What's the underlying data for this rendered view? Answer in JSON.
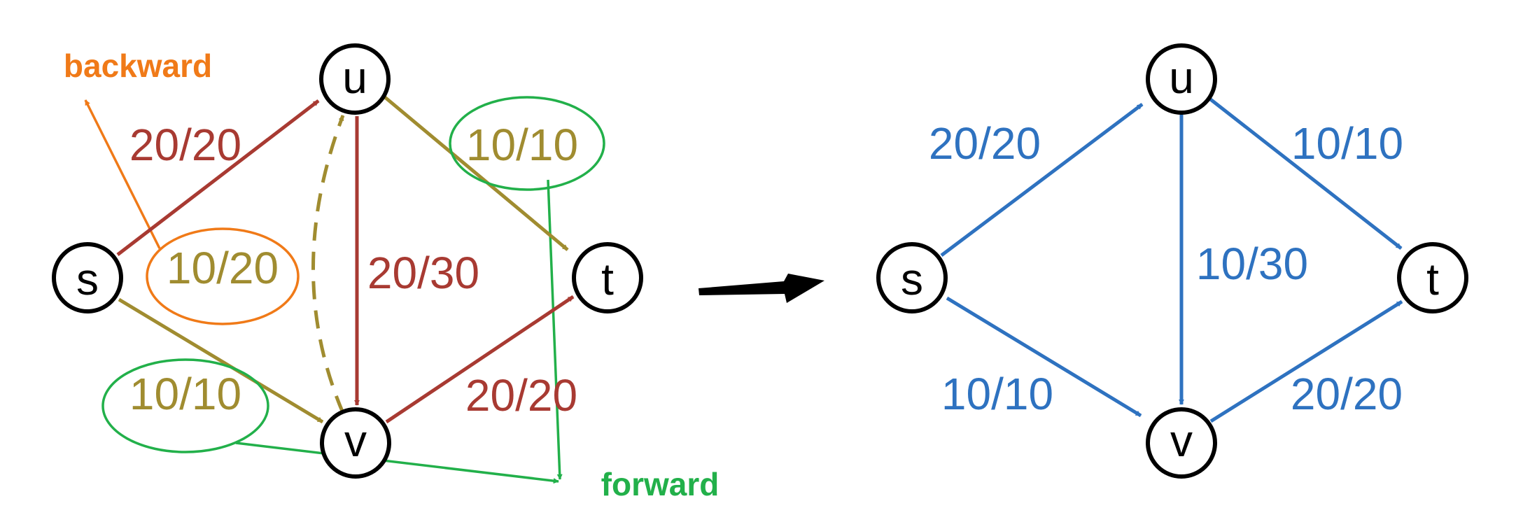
{
  "colors": {
    "flow_red": "#A83A32",
    "flow_olive": "#A08C30",
    "backward_orange": "#F07A18",
    "forward_green": "#22B04A",
    "result_blue": "#2E72C0",
    "node_stroke": "#000000",
    "arrow_black": "#000000"
  },
  "left_graph": {
    "nodes": {
      "s": "s",
      "u": "u",
      "t": "t",
      "v": "v"
    },
    "edges": {
      "s_u": "20/20",
      "s_v": "10/10",
      "u_v": "20/30",
      "u_t": "10/10",
      "v_t": "20/20",
      "v_u_residual": "10/20"
    },
    "annotations": {
      "backward": "backward",
      "forward": "forward"
    }
  },
  "right_graph": {
    "nodes": {
      "s": "s",
      "u": "u",
      "t": "t",
      "v": "v"
    },
    "edges": {
      "s_u": "20/20",
      "s_v": "10/10",
      "u_v": "10/30",
      "u_t": "10/10",
      "v_t": "20/20"
    }
  },
  "transition_icon": "right-arrow-icon"
}
